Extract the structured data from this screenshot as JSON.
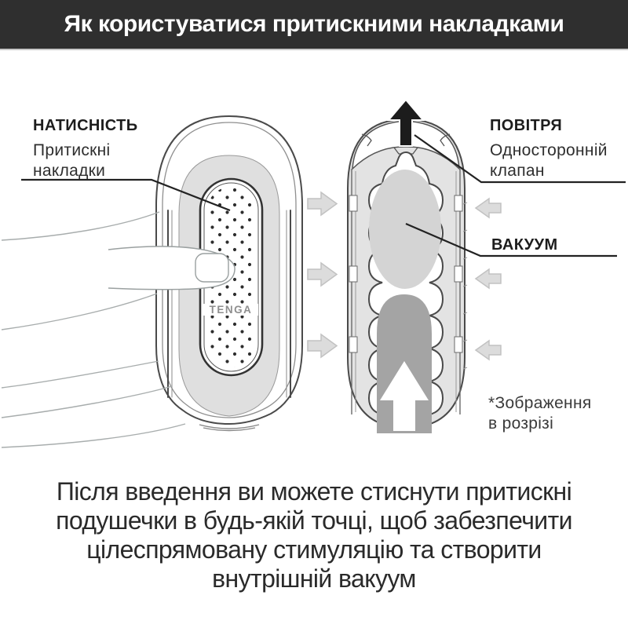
{
  "header": {
    "title": "Як користуватися притискними накладками"
  },
  "annotations": {
    "press": {
      "title": "НАТИСНІСТЬ",
      "sub1": "Притискні",
      "sub2": "накладки"
    },
    "air": {
      "title": "ПОВІТРЯ",
      "sub1": "Односторонній",
      "sub2": "клапан"
    },
    "vacuum": {
      "title": "ВАКУУМ"
    },
    "note": {
      "line1": "*Зображення",
      "line2": "в розрізі"
    }
  },
  "device": {
    "brand": "TENGA"
  },
  "caption": {
    "line1": "Після введення ви можете стиснути притискні",
    "line2": "подушечки в будь-якій точці, щоб забезпечити",
    "line3": "цілеспрямовану стимуляцію та створити",
    "line4": "внутрішній вакуум"
  },
  "colors": {
    "header_bg": "#2f2f2f",
    "header_fg": "#ffffff",
    "line_art": "#4a4a4a",
    "body_fill": "#e3e3e3",
    "pad_dot": "#2e2e2e",
    "vacuum_fill": "#d4d4d4",
    "insert_fill": "#a4a4a4",
    "squeeze_arrow_fill": "#dcdcdc",
    "air_arrow_fill": "#1c1c1c",
    "hand_stroke": "#a8adad"
  }
}
